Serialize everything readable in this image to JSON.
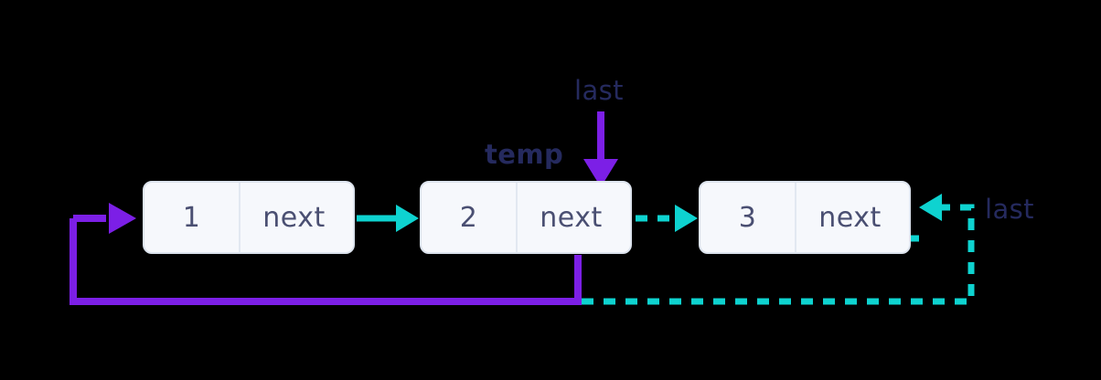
{
  "diagram": {
    "title": "singly-linked-list-pointer-diagram",
    "background_color": "#000000",
    "colors": {
      "purple": "#7c1fe6",
      "cyan": "#0ed3d0",
      "node_fill": "#f6f8fc",
      "node_border": "#dde4ee",
      "text_dark": "#4a4f72",
      "label_navy": "#252a5e"
    },
    "nodes": [
      {
        "value": "1",
        "pointer_label": "next"
      },
      {
        "value": "2",
        "pointer_label": "next"
      },
      {
        "value": "3",
        "pointer_label": "next"
      }
    ],
    "labels": [
      {
        "text": "last",
        "name": "last-label-top",
        "weight": "regular",
        "color": "#252a5e"
      },
      {
        "text": "temp",
        "name": "temp-label",
        "weight": "bold",
        "color": "#252a5e"
      },
      {
        "text": "last",
        "name": "last-label-right",
        "weight": "regular",
        "color": "#252a5e"
      }
    ],
    "edges": [
      {
        "name": "node1-to-node2",
        "style": "solid",
        "color": "#0ed3d0",
        "direction": "right"
      },
      {
        "name": "node2-to-node3",
        "style": "dashed",
        "color": "#0ed3d0",
        "direction": "right"
      },
      {
        "name": "last-pointer-to-node2",
        "style": "solid",
        "color": "#7c1fe6",
        "direction": "down"
      },
      {
        "name": "node2-next-loop-to-node1",
        "style": "solid",
        "color": "#7c1fe6",
        "direction": "loop-left"
      },
      {
        "name": "node3-next-loop-to-last",
        "style": "dashed",
        "color": "#0ed3d0",
        "direction": "loop-right"
      }
    ]
  }
}
